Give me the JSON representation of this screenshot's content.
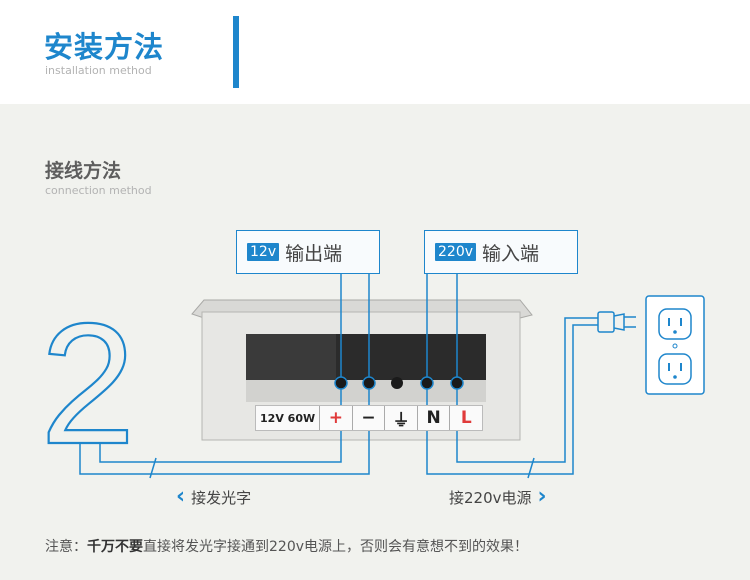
{
  "header": {
    "title": "安装方法",
    "subtitle": "installation method"
  },
  "section": {
    "title": "接线方法",
    "subtitle": "connection method"
  },
  "step_number": "2",
  "output_label": {
    "badge": "12v",
    "text": "输出端"
  },
  "input_label": {
    "badge": "220v",
    "text": "输入端"
  },
  "terminals": {
    "model": "12V 60W",
    "plus": "+",
    "minus": "−",
    "ground": "⏚",
    "neutral": "N",
    "live": "L"
  },
  "captions": {
    "left": "接发光字",
    "right": "接220v电源"
  },
  "note": {
    "prefix": "注意：",
    "emphasis": "千万不要",
    "rest": "直接将发光字接通到220v电源上，否则会有意想不到的效果！"
  },
  "colors": {
    "accent": "#1e86cc",
    "terminal_red": "#e03a3a"
  }
}
